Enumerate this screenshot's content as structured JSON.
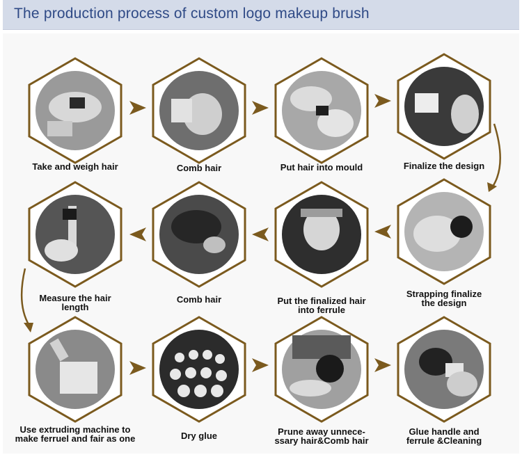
{
  "header": {
    "title": "The production process of custom logo makeup brush"
  },
  "colors": {
    "hexagon": "#7b5a1e",
    "arrow": "#7b5a1e",
    "header_bg": "#d4dbe9",
    "title": "#2f4a86"
  },
  "steps": [
    {
      "lines": [
        "Take and weigh hair"
      ]
    },
    {
      "lines": [
        "Comb hair"
      ]
    },
    {
      "lines": [
        "Put hair into mould"
      ]
    },
    {
      "lines": [
        "Finalize the design"
      ]
    },
    {
      "lines": [
        "Strapping finalize",
        "the design"
      ]
    },
    {
      "lines": [
        "Put the finalized hair",
        "into ferrule"
      ]
    },
    {
      "lines": [
        "Comb hair"
      ]
    },
    {
      "lines": [
        "Measure the hair",
        "length"
      ]
    },
    {
      "lines": [
        "Use extruding machine to",
        "make ferruel and fair as one"
      ]
    },
    {
      "lines": [
        "Dry glue"
      ]
    },
    {
      "lines": [
        "Prune away unnece-",
        "ssary hair&Comb hair"
      ]
    },
    {
      "lines": [
        "Glue handle and",
        "ferrule &Cleaning"
      ]
    }
  ]
}
